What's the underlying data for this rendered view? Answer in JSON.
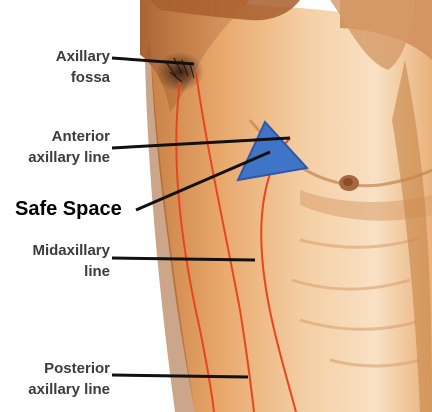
{
  "labels": {
    "axillary_fossa": [
      "Axillary",
      "fossa"
    ],
    "anterior_axillary_line": [
      "Anterior",
      "axillary line"
    ],
    "safe_space": "Safe Space",
    "midaxillary_line": [
      "Midaxillary",
      "line"
    ],
    "posterior_axillary_line": [
      "Posterior",
      "axillary line"
    ]
  },
  "colors": {
    "skin_light": "#f6dcbe",
    "skin_mid": "#e7a86e",
    "skin_shadow": "#b86a33",
    "skin_dark": "#6b3616",
    "hair": "#3a2418",
    "guide_line": "#e8451e",
    "triangle_fill": "#3f74c6",
    "triangle_edge": "#2c5aa8",
    "pointer": "#111111",
    "label_text": "#3c3c3c",
    "safe_text": "#000000"
  }
}
